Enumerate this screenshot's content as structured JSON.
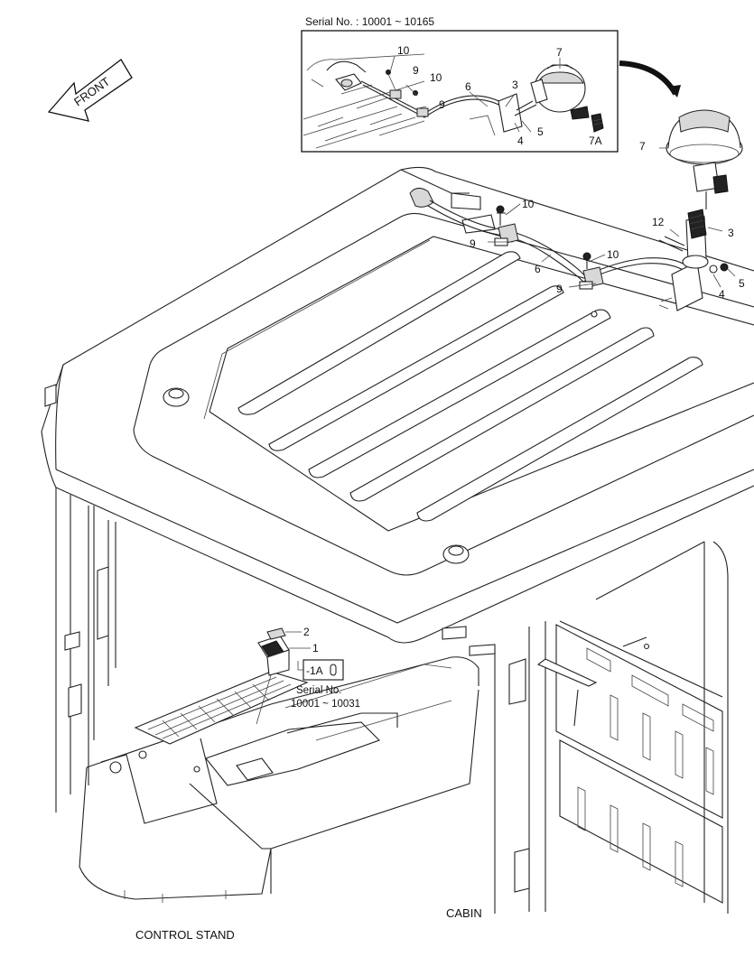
{
  "inset": {
    "serial_title": "Serial No. : 10001 ~ 10165"
  },
  "front_arrow": {
    "label": "FRONT"
  },
  "callouts": {
    "inset_10a": "10",
    "inset_9a": "9",
    "inset_10b": "10",
    "inset_9b": "9",
    "inset_6": "6",
    "inset_3": "3",
    "inset_7": "7",
    "inset_4": "4",
    "inset_5": "5",
    "inset_7a": "7A",
    "main_7": "7",
    "main_12": "12",
    "main_3": "3",
    "main_10a": "10",
    "main_9a": "9",
    "main_6": "6",
    "main_10b": "10",
    "main_9b": "9",
    "main_4": "4",
    "main_5": "5",
    "switch_2": "2",
    "switch_1": "1",
    "switch_1a": "-1A"
  },
  "switch_serial": {
    "line1": "Serial No.",
    "line2": "10001 ~ 10031"
  },
  "captions": {
    "control_stand": "CONTROL STAND",
    "cabin": "CABIN"
  }
}
